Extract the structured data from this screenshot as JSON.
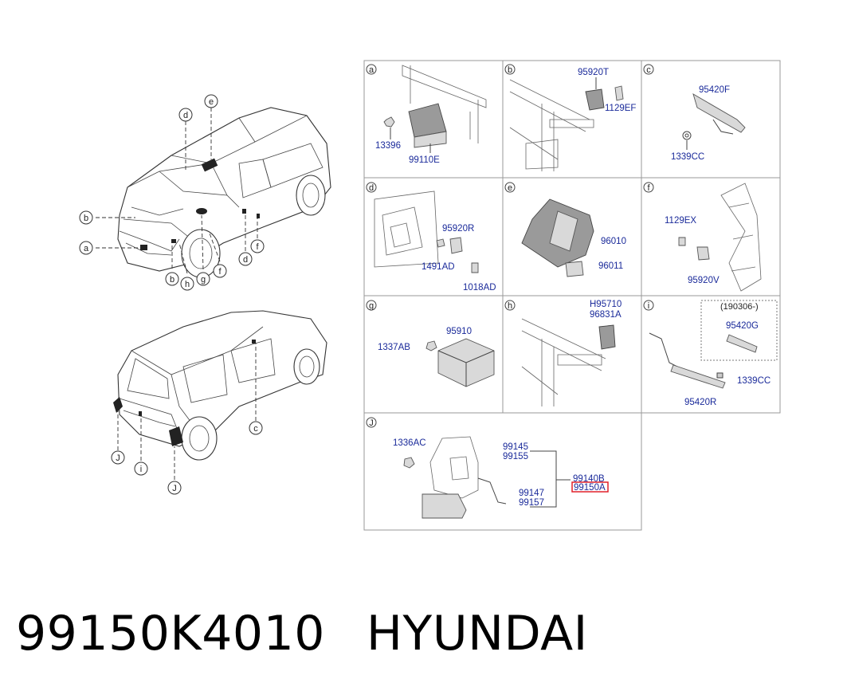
{
  "callouts_top": [
    "d",
    "e",
    "b",
    "a",
    "d",
    "f",
    "b",
    "h",
    "g",
    "f"
  ],
  "callouts_bottom": [
    "c",
    "J",
    "i",
    "J"
  ],
  "cells": {
    "a": {
      "label": "a",
      "parts": [
        "13396",
        "99110E"
      ]
    },
    "b": {
      "label": "b",
      "parts": [
        "95920T",
        "1129EF"
      ]
    },
    "c": {
      "label": "c",
      "parts": [
        "95420F",
        "1339CC"
      ]
    },
    "d": {
      "label": "d",
      "parts": [
        "95920R",
        "1491AD",
        "1018AD"
      ]
    },
    "e": {
      "label": "e",
      "parts": [
        "96010",
        "96011"
      ]
    },
    "f": {
      "label": "f",
      "parts": [
        "1129EX",
        "95920V"
      ]
    },
    "g": {
      "label": "g",
      "parts": [
        "1337AB",
        "95910"
      ]
    },
    "h": {
      "label": "h",
      "parts": [
        "H95710",
        "96831A"
      ]
    },
    "i": {
      "label": "i",
      "note": "(190306-)",
      "parts": [
        "95420G",
        "1339CC",
        "95420R"
      ]
    },
    "J": {
      "label": "J",
      "parts": [
        "1336AC",
        "99145",
        "99155",
        "99147",
        "99157",
        "99140B",
        "99150A"
      ]
    }
  },
  "highlight_color": "#e0202a",
  "part_text_color": "#1a2a9a",
  "caption": {
    "part_number": "99150K4010",
    "brand": "HYUNDAI"
  }
}
